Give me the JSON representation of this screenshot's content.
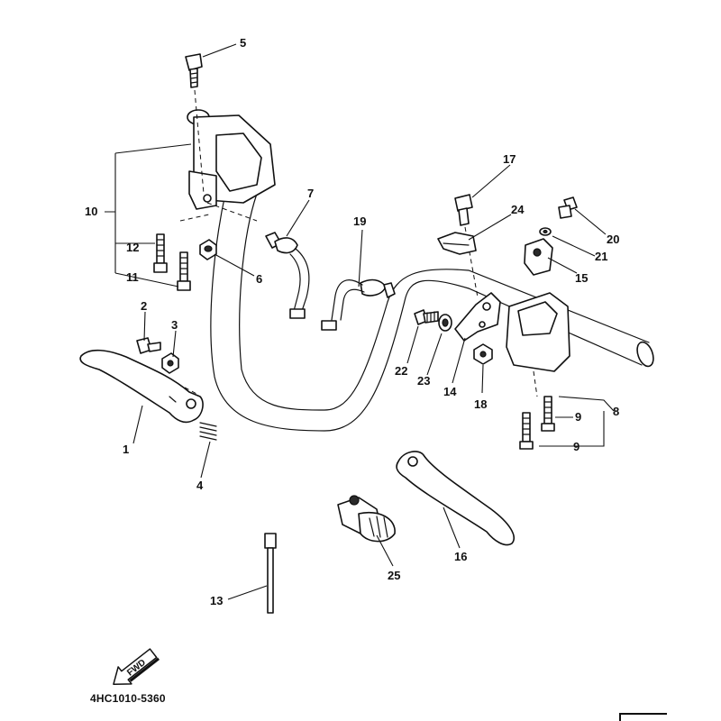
{
  "diagram": {
    "code": "4HC1010-5360",
    "direction_label": "FWD",
    "callouts": [
      {
        "id": "left-lever",
        "label": "1"
      },
      {
        "id": "lever-bolt",
        "label": "2"
      },
      {
        "id": "lever-nut",
        "label": "3"
      },
      {
        "id": "lever-spring",
        "label": "4"
      },
      {
        "id": "top-bolt",
        "label": "5"
      },
      {
        "id": "left-nut",
        "label": "6"
      },
      {
        "id": "left-lead-wire",
        "label": "7"
      },
      {
        "id": "right-switch-screws",
        "label": "8"
      },
      {
        "id": "right-screw-upper",
        "label": "9"
      },
      {
        "id": "right-screw-lower",
        "label": "9"
      },
      {
        "id": "left-switch-assembly",
        "label": "10"
      },
      {
        "id": "left-screw-lower",
        "label": "11"
      },
      {
        "id": "left-screw-upper",
        "label": "12"
      },
      {
        "id": "cable-tie",
        "label": "13"
      },
      {
        "id": "bracket",
        "label": "14"
      },
      {
        "id": "cable-holder",
        "label": "15"
      },
      {
        "id": "right-lever",
        "label": "16"
      },
      {
        "id": "pivot-bolt",
        "label": "17"
      },
      {
        "id": "right-nut",
        "label": "18"
      },
      {
        "id": "right-lead-wire",
        "label": "19"
      },
      {
        "id": "small-screw",
        "label": "20"
      },
      {
        "id": "washer",
        "label": "21"
      },
      {
        "id": "adjuster-bolt",
        "label": "22"
      },
      {
        "id": "adjuster-nut",
        "label": "23"
      },
      {
        "id": "clip",
        "label": "24"
      },
      {
        "id": "throttle-housing",
        "label": "25"
      }
    ]
  }
}
